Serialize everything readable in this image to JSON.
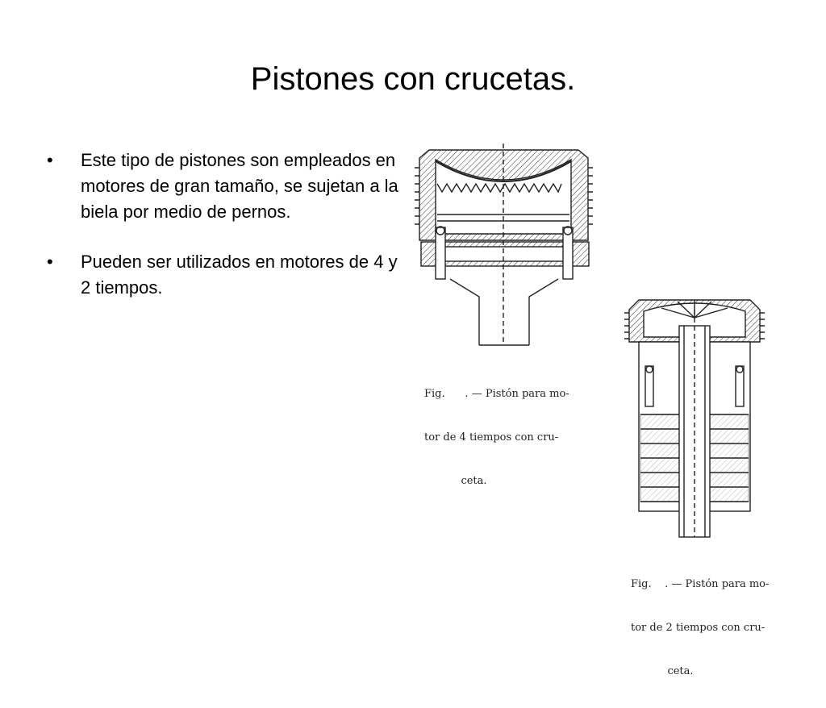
{
  "slide": {
    "title": "Pistones con crucetas.",
    "bullets": [
      {
        "symbol": "•",
        "text": " Este tipo de pistones son empleados en motores de gran tamaño, se sujetan a la biela por medio de pernos."
      },
      {
        "symbol": "•",
        "text": "Pueden ser utilizados en motores de 4 y 2 tiempos."
      }
    ]
  },
  "figures": [
    {
      "name": "four-stroke-crosshead-piston",
      "caption_lines": [
        "Fig.      . — Pistón para mo-",
        "tor de 4 tiempos con cru-",
        "           ceta."
      ]
    },
    {
      "name": "two-stroke-crosshead-piston",
      "caption_lines": [
        "Fig.    . — Pistón para mo-",
        "tor de 2 tiempos con cru-",
        "           ceta."
      ]
    }
  ]
}
